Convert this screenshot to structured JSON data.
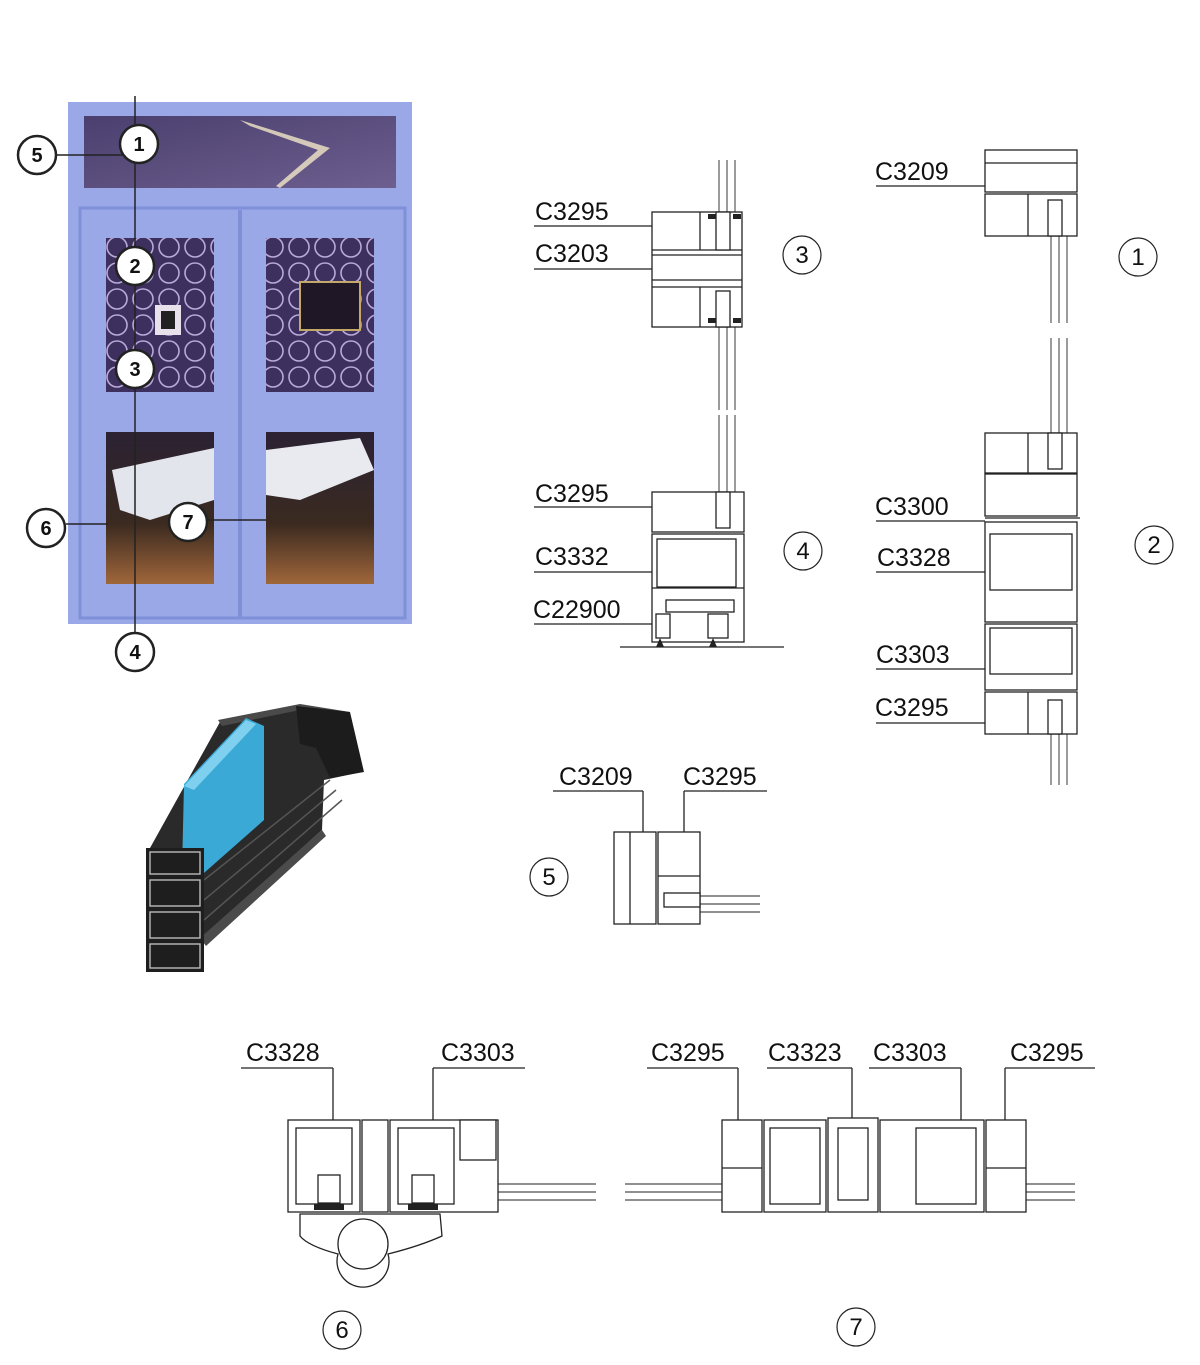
{
  "photo_markers": {
    "m1": "1",
    "m2": "2",
    "m3": "3",
    "m4": "4",
    "m5": "5",
    "m6": "6",
    "m7": "7"
  },
  "section3": {
    "number": "3",
    "top_label": "C3295",
    "mid_label": "C3203"
  },
  "section4": {
    "number": "4",
    "label_a": "C3295",
    "label_b": "C3332",
    "label_c": "C22900"
  },
  "section1": {
    "number": "1",
    "label": "C3209"
  },
  "section2": {
    "number": "2",
    "label_a": "C3300",
    "label_b": "C3328",
    "label_c": "C3303",
    "label_d": "C3295"
  },
  "section5": {
    "number": "5",
    "label_a": "C3209",
    "label_b": "C3295"
  },
  "section6": {
    "number": "6",
    "label_a": "C3328",
    "label_b": "C3303"
  },
  "section7": {
    "number": "7",
    "label_a": "C3295",
    "label_b": "C3323",
    "label_c": "C3303",
    "label_d": "C3295"
  },
  "colors": {
    "frame_blue": "#9aa8e8",
    "glass_blue": "#3ba9d6",
    "profile_dark": "#2a2a2a"
  }
}
